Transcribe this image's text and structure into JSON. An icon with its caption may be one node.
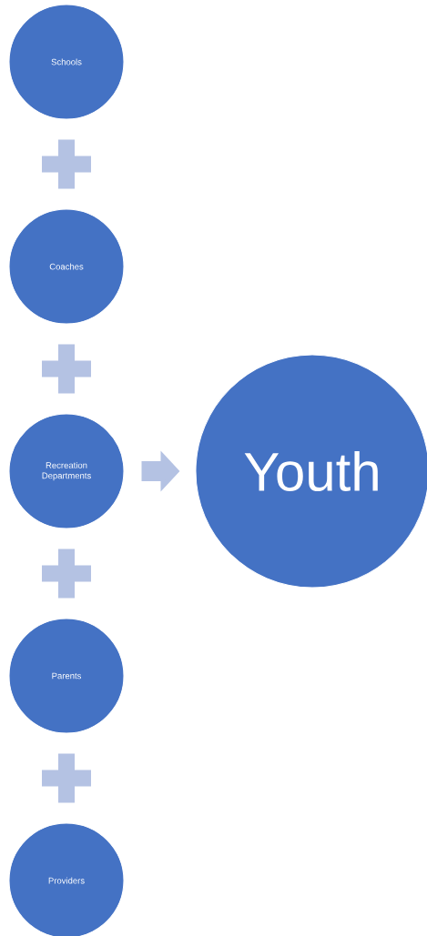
{
  "diagram": {
    "nodes": [
      {
        "text": [
          "Schools"
        ]
      },
      {
        "text": [
          "Coaches"
        ]
      },
      {
        "text": [
          "Recreation Departments"
        ]
      },
      {
        "text": [
          "Parents"
        ]
      },
      {
        "text": [
          "Providers"
        ]
      },
      {
        "text": [
          "Youth"
        ]
      }
    ],
    "edges": [
      {
        "from": 2,
        "to": 5,
        "arrow": "to"
      }
    ]
  }
}
